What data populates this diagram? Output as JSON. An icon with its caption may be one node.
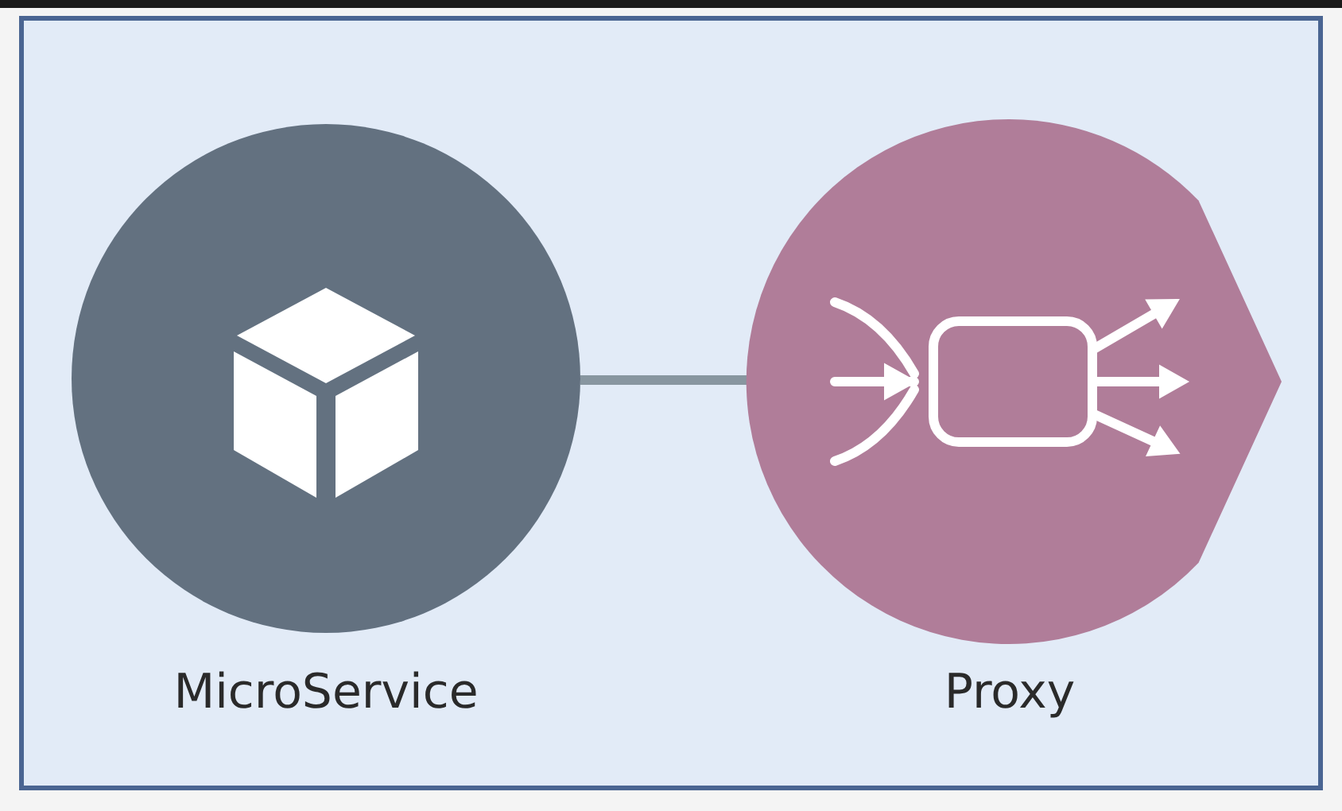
{
  "diagram": {
    "nodes": [
      {
        "text": [
          "MicroService"
        ]
      },
      {
        "text": [
          "Proxy"
        ]
      }
    ],
    "edges": [
      {
        "from": 0,
        "to": 1,
        "arrow": "none"
      }
    ]
  }
}
